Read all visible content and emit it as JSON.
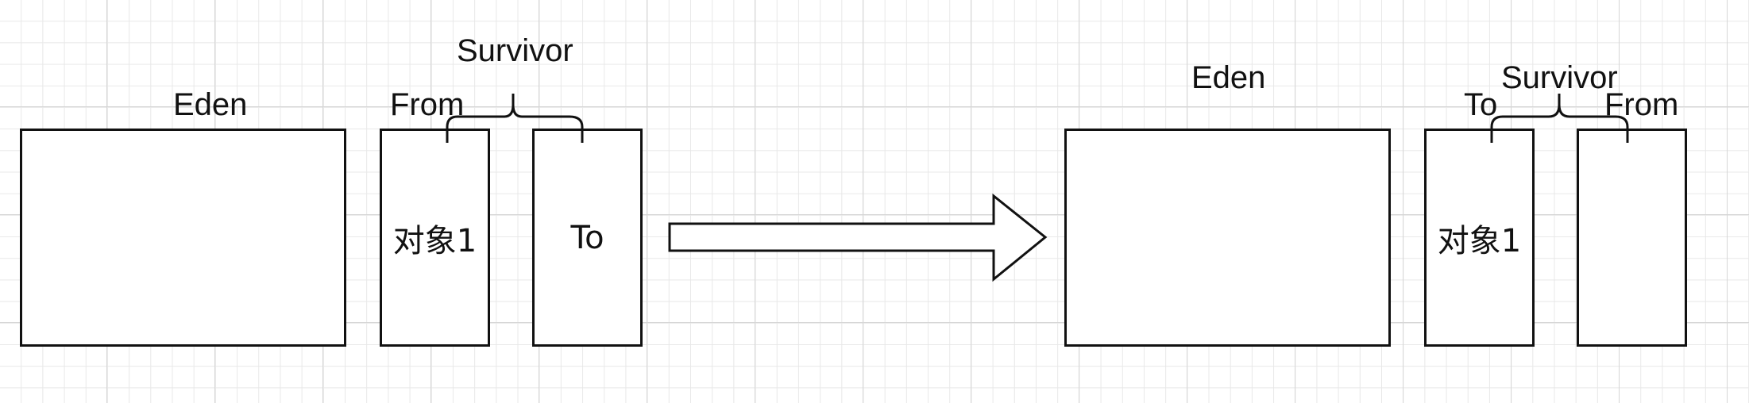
{
  "left": {
    "eden_label": "Eden",
    "survivor_label": "Survivor",
    "from_label": "From",
    "from_box_text": "对象1",
    "to_box_text": "To"
  },
  "right": {
    "eden_label": "Eden",
    "survivor_label": "Survivor",
    "to_label": "To",
    "from_label": "From",
    "to_box_text": "对象1",
    "from_box_text": ""
  },
  "colors": {
    "stroke": "#111111",
    "grid": "#e8e8e8"
  }
}
